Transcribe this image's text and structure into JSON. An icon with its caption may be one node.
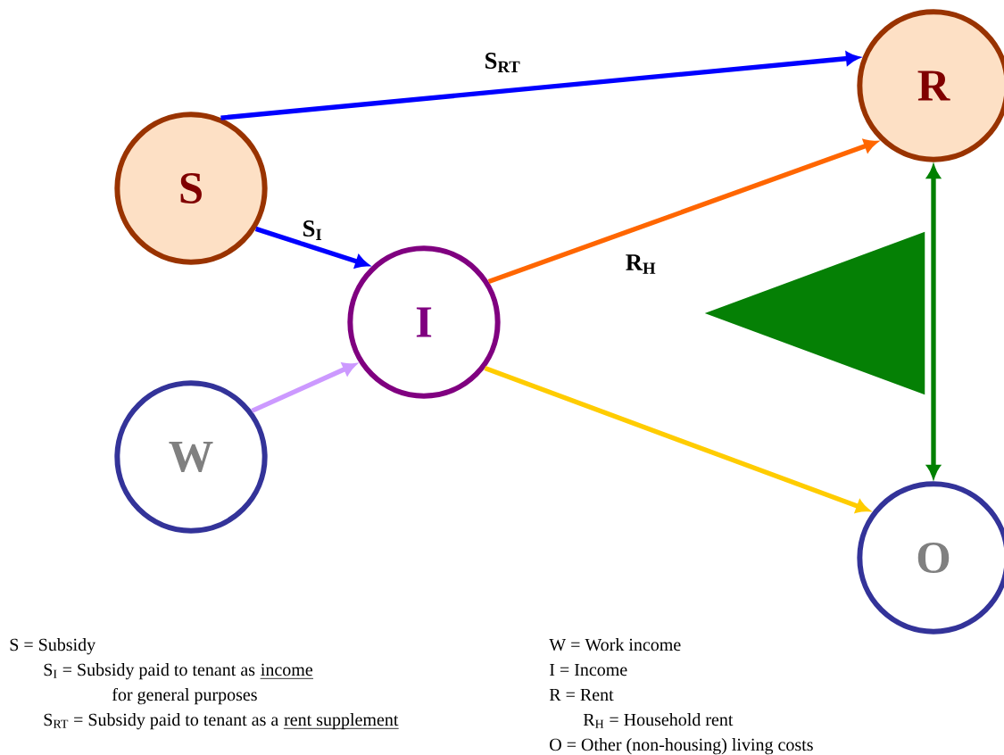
{
  "diagram": {
    "nodes": [
      {
        "text": [
          "S"
        ]
      },
      {
        "text": [
          "R"
        ]
      },
      {
        "text": [
          "I"
        ]
      },
      {
        "text": [
          "W"
        ]
      },
      {
        "text": [
          "O"
        ]
      },
      {
        "text": [],
        "shape": "triangle"
      }
    ],
    "edges": [
      {
        "from": 0,
        "to": 1,
        "arrow": "to",
        "label": "S$_{RT}$",
        "color": "#0000ff"
      },
      {
        "from": 0,
        "to": 2,
        "arrow": "to",
        "label": "S$_{I}$",
        "color": "#0000ff"
      },
      {
        "from": 2,
        "to": 1,
        "arrow": "to",
        "label": "R$_{H}$",
        "color": "#ff6600"
      },
      {
        "from": 3,
        "to": 2,
        "arrow": "to",
        "color": "#cc99ff"
      },
      {
        "from": 2,
        "to": 4,
        "arrow": "to",
        "color": "#ffcc00"
      },
      {
        "from": 1,
        "to": 4,
        "arrow": "both",
        "color": "#008000"
      }
    ],
    "labels": [
      "S = Subsidy",
      "S$_{I}$ = Subsidy paid to tenant as",
      "income",
      "for general purposes",
      "S$_{RT}$ = Subsidy paid to tenant as a",
      "rent supplement",
      "W = Work income",
      "I = Income",
      "R = Rent",
      "R$_{H}$ = Household rent",
      "O = Other (non-housing) living costs"
    ]
  }
}
